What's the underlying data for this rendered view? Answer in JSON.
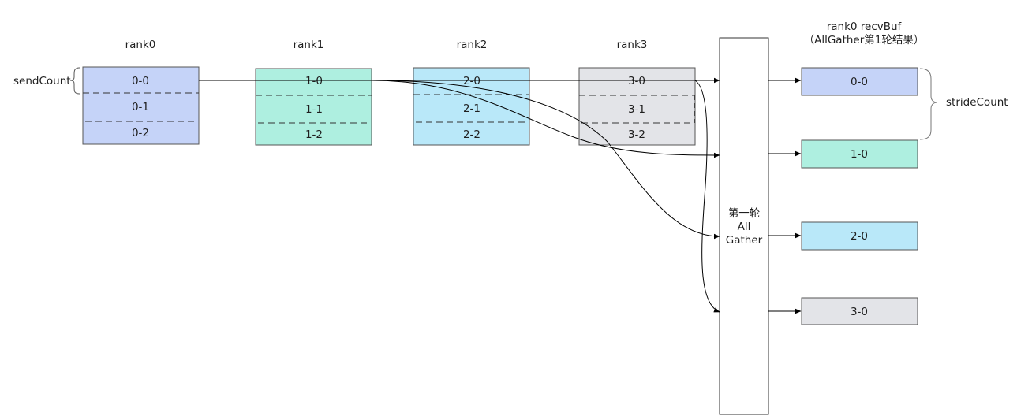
{
  "ranks": [
    {
      "label": "rank0",
      "color": "#c5d3f8",
      "cells": [
        "0-0",
        "0-1",
        "0-2"
      ]
    },
    {
      "label": "rank1",
      "color": "#aeefe0",
      "cells": [
        "1-0",
        "1-1",
        "1-2"
      ]
    },
    {
      "label": "rank2",
      "color": "#b9e8f9",
      "cells": [
        "2-0",
        "2-1",
        "2-2"
      ]
    },
    {
      "label": "rank3",
      "color": "#e3e4e8",
      "cells": [
        "3-0",
        "3-1",
        "3-2"
      ]
    }
  ],
  "send_count_label": "sendCount",
  "gather_label": [
    "第一轮",
    "All",
    "Gather"
  ],
  "recv": {
    "title_line1": "rank0 recvBuf",
    "title_line2": "（AllGather第1轮结果）",
    "blocks": [
      {
        "label": "0-0",
        "color": "#c5d3f8"
      },
      {
        "label": "1-0",
        "color": "#aeefe0"
      },
      {
        "label": "2-0",
        "color": "#b9e8f9"
      },
      {
        "label": "3-0",
        "color": "#e3e4e8"
      }
    ]
  },
  "stride_count_label": "strideCount"
}
